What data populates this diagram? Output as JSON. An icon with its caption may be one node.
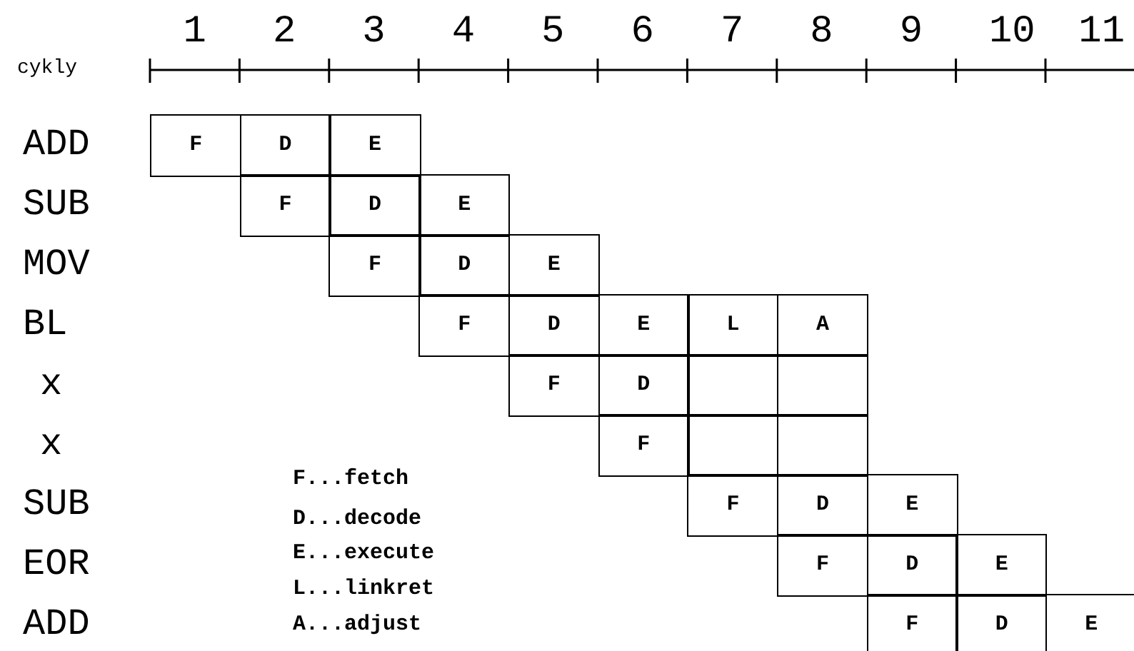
{
  "diagram": {
    "nodes": [
      {
        "text": [
          "F"
        ]
      },
      {
        "text": [
          "D"
        ]
      },
      {
        "text": [
          "E"
        ]
      },
      {
        "text": [
          "F"
        ]
      },
      {
        "text": [
          "D"
        ]
      },
      {
        "text": [
          "E"
        ]
      },
      {
        "text": [
          "F"
        ]
      },
      {
        "text": [
          "D"
        ]
      },
      {
        "text": [
          "E"
        ]
      },
      {
        "text": [
          "F"
        ]
      },
      {
        "text": [
          "D"
        ]
      },
      {
        "text": [
          "E"
        ]
      },
      {
        "text": [
          "L"
        ]
      },
      {
        "text": [
          "A"
        ]
      },
      {
        "text": [
          "F"
        ]
      },
      {
        "text": [
          "D"
        ]
      },
      {
        "text": [],
        "shape": "box"
      },
      {
        "text": [],
        "shape": "box"
      },
      {
        "text": [
          "F"
        ]
      },
      {
        "text": [],
        "shape": "box"
      },
      {
        "text": [],
        "shape": "box"
      },
      {
        "text": [
          "F"
        ]
      },
      {
        "text": [
          "D"
        ]
      },
      {
        "text": [
          "E"
        ]
      },
      {
        "text": [
          "F"
        ]
      },
      {
        "text": [
          "D"
        ]
      },
      {
        "text": [
          "E"
        ]
      },
      {
        "text": [
          "F"
        ]
      },
      {
        "text": [
          "D"
        ]
      },
      {
        "text": [
          "E"
        ]
      }
    ],
    "labels": [
      "1",
      "2",
      "3",
      "4",
      "5",
      "6",
      "7",
      "8",
      "9",
      "10",
      "11",
      "cykly",
      "ADD",
      "SUB",
      "MOV",
      "BL",
      "x",
      "x",
      "F...fetch",
      "SUB",
      "D...decode",
      "E...execute",
      "EOR",
      "L...linkret",
      "ADD",
      "A...adjust"
    ]
  }
}
